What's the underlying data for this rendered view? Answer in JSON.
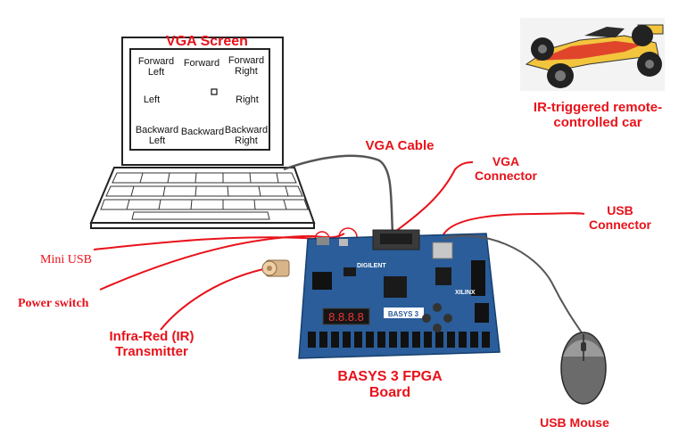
{
  "labels": {
    "vga_screen": "VGA Screen",
    "rc_car": "IR-triggered remote-\ncontrolled car",
    "vga_cable": "VGA Cable",
    "vga_connector": "VGA\nConnector",
    "usb_connector": "USB\nConnector",
    "mini_usb": "Mini USB",
    "power_switch": "Power switch",
    "ir_transmitter": "Infra-Red (IR)\nTransmitter",
    "board": "BASYS 3 FPGA\nBoard",
    "usb_mouse": "USB Mouse"
  },
  "screen_grid": {
    "forward_left": "Forward\nLeft",
    "forward": "Forward",
    "forward_right": "Forward\nRight",
    "left": "Left",
    "right": "Right",
    "backward_left": "Backward\nLeft",
    "backward": "Backward",
    "backward_right": "Backward\nRight"
  },
  "board_markings": {
    "brand": "DIGILENT",
    "vendor": "XILINX",
    "model": "BASYS 3",
    "display": "8.8.8.8"
  },
  "colors": {
    "annotation_red": "#e8121a",
    "board_blue": "#2a5d9a",
    "cable_gray": "#555555"
  }
}
